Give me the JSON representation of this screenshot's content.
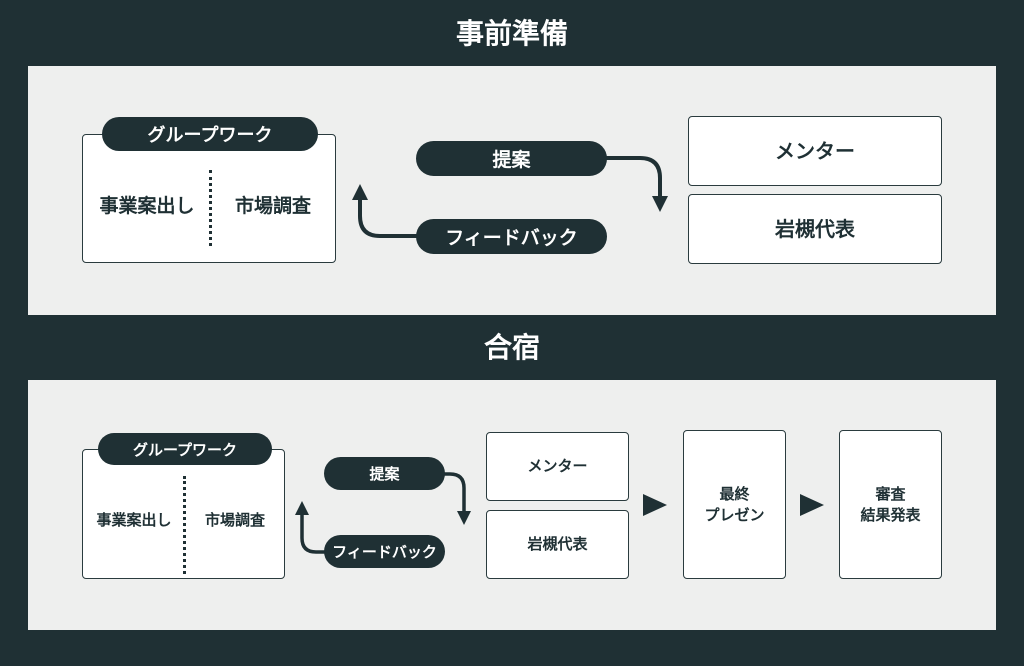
{
  "section1": {
    "title": "事前準備",
    "group_work_label": "グループワーク",
    "ideation_label": "事業案出し",
    "research_label": "市場調査",
    "proposal_label": "提案",
    "feedback_label": "フィードバック",
    "mentor_label": "メンター",
    "representative_label": "岩槻代表"
  },
  "section2": {
    "title": "合宿",
    "group_work_label": "グループワーク",
    "ideation_label": "事業案出し",
    "research_label": "市場調査",
    "proposal_label": "提案",
    "feedback_label": "フィードバック",
    "mentor_label": "メンター",
    "representative_label": "岩槻代表",
    "final_presentation_line1": "最終",
    "final_presentation_line2": "プレゼン",
    "results_line1": "審査",
    "results_line2": "結果発表"
  },
  "colors": {
    "background": "#1f3034",
    "panel": "#eeefee",
    "box": "#ffffff",
    "accent": "#1f3034"
  },
  "icons": [
    "arrow-right-icon",
    "loop-arrow-icon"
  ]
}
